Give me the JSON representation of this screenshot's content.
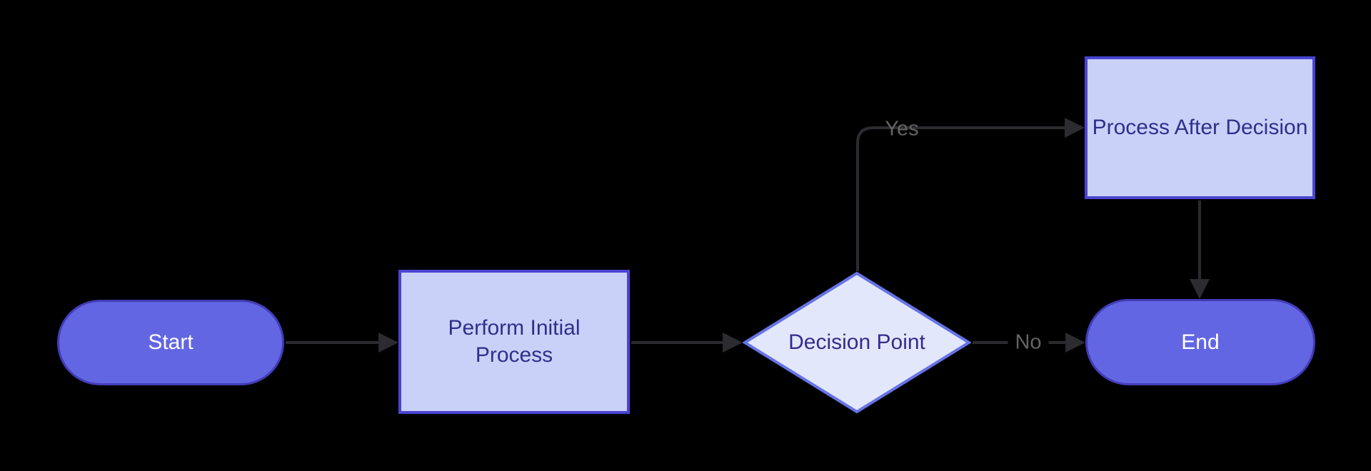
{
  "diagram": {
    "type": "flowchart",
    "direction": "left-to-right",
    "background_color": "#000000",
    "edge_color": "#2b2b30",
    "edge_label_color": "#646464",
    "nodes": [
      {
        "id": "start",
        "label": "Start",
        "shape": "stadium",
        "fill": "#6266e2",
        "stroke": "#423cb8",
        "text_color": "#ffffff"
      },
      {
        "id": "process1",
        "label": "Perform Initial Process",
        "shape": "rectangle",
        "fill": "#cad1f8",
        "stroke": "#4a45d2",
        "text_color": "#312e8c"
      },
      {
        "id": "decision",
        "label": "Decision Point",
        "shape": "diamond",
        "fill": "#e3e7fb",
        "stroke": "#6673e6",
        "text_color": "#312e8c"
      },
      {
        "id": "process2",
        "label": "Process After Decision",
        "shape": "rectangle",
        "fill": "#cad1f8",
        "stroke": "#4a45d2",
        "text_color": "#312e8c"
      },
      {
        "id": "end",
        "label": "End",
        "shape": "stadium",
        "fill": "#6266e2",
        "stroke": "#423cb8",
        "text_color": "#ffffff"
      }
    ],
    "edges": [
      {
        "from": "start",
        "to": "process1",
        "label": ""
      },
      {
        "from": "process1",
        "to": "decision",
        "label": ""
      },
      {
        "from": "decision",
        "to": "process2",
        "label": "Yes"
      },
      {
        "from": "decision",
        "to": "end",
        "label": "No"
      },
      {
        "from": "process2",
        "to": "end",
        "label": ""
      }
    ]
  }
}
